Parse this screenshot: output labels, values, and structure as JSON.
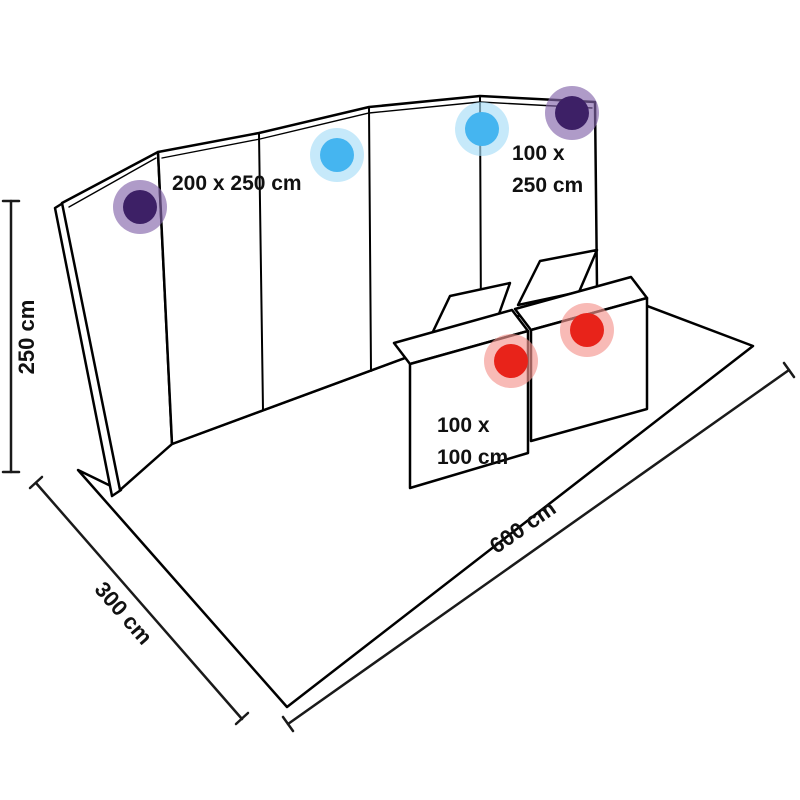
{
  "scene": {
    "background": "#ffffff",
    "line_color": "#000000",
    "description": "Exhibition booth layout diagram with wall panels, counter and floor dimensions"
  },
  "labels": {
    "wall_main": "200 x 250 cm",
    "wall_right_line1": "100 x",
    "wall_right_line2": "250 cm",
    "counter_line1": "100 x",
    "counter_line2": "100 cm"
  },
  "dimensions": {
    "height": "250 cm",
    "depth": "300 cm",
    "width": "600 cm"
  },
  "markers": {
    "purple_wall_left": {
      "color": "#3d2066",
      "halo": "#8465ab"
    },
    "blue_wall_mid": {
      "color": "#45b5f0",
      "halo": "#a8ddf8"
    },
    "blue_wall_right": {
      "color": "#45b5f0",
      "halo": "#a8ddf8"
    },
    "purple_wall_end": {
      "color": "#3d2066",
      "halo": "#8465ab"
    },
    "red_counter_left": {
      "color": "#e8231a",
      "halo": "#f4958f"
    },
    "red_counter_right": {
      "color": "#e8231a",
      "halo": "#f4958f"
    }
  }
}
